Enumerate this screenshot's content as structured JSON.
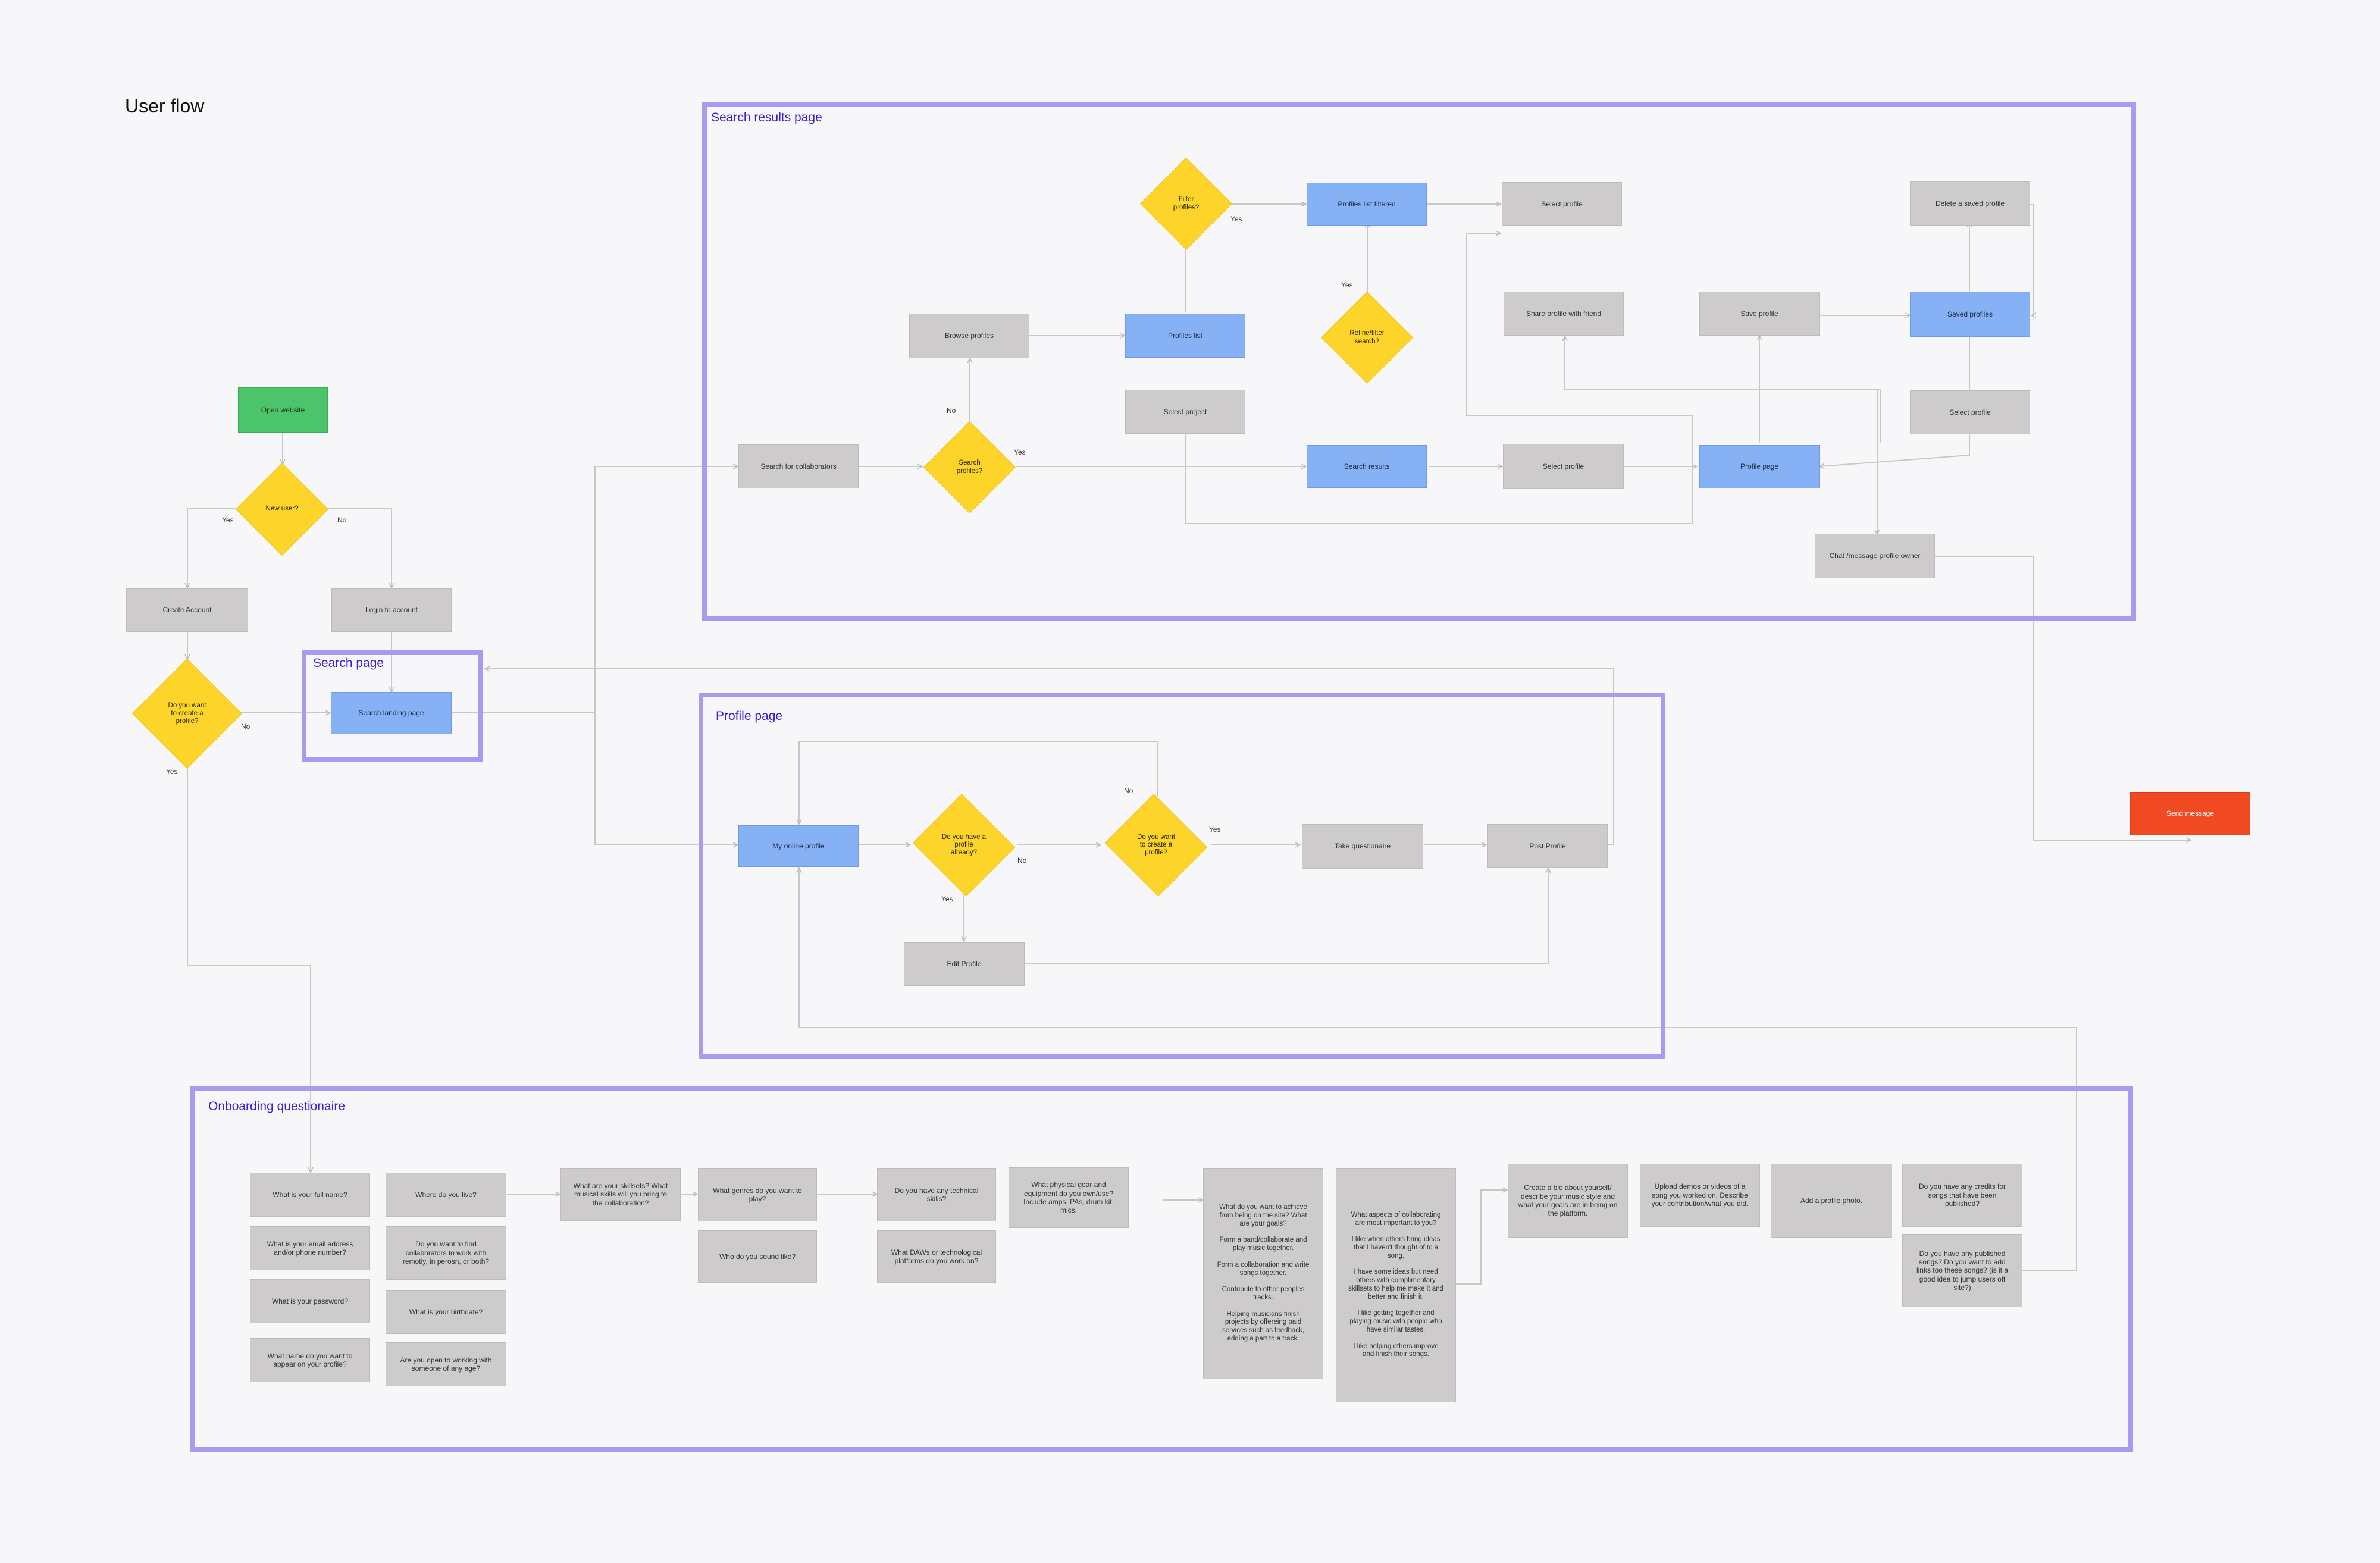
{
  "title": "User flow",
  "frames": {
    "search_results": "Search results page",
    "search": "Search page",
    "profile": "Profile page",
    "onboarding": "Onboarding questionaire"
  },
  "nodes": {
    "open_website": "Open website",
    "new_user": "New user?",
    "create_account": "Create Account",
    "login": "Login to account",
    "want_create_profile_1": "Do you want\nto create a\nprofile?",
    "search_landing": "Search landing page",
    "search_collaborators": "Search for collaborators",
    "search_profiles": "Search\nprofiles?",
    "browse_profiles": "Browse profiles",
    "profiles_list": "Profiles list",
    "filter_profiles": "Filter\nprofiles?",
    "profiles_list_filtered": "Profiles list filtered",
    "select_profile_top": "Select profile",
    "refine_search": "Refine/filter\nsearch?",
    "select_project": "Select project",
    "search_results": "Search results",
    "select_profile_mid": "Select profile",
    "share_profile": "Share profile with friend",
    "save_profile": "Save profile",
    "profile_page": "Profile page",
    "delete_saved": "Delete a saved profile",
    "saved_profiles": "Saved profiles",
    "select_profile_right": "Select profile",
    "chat_owner": "Chat /message profile owner",
    "send_message": "Send message",
    "my_online_profile": "My online profile",
    "have_profile": "Do you have a\nprofile\nalready?",
    "want_create_profile_2": "Do you want\nto create a\nprofile?",
    "take_questionaire": "Take questionaire",
    "post_profile": "Post Profile",
    "edit_profile": "Edit Profile"
  },
  "edge_labels": {
    "yes": "Yes",
    "no": "No"
  },
  "questions": {
    "q1": "What is your full name?",
    "q2": "What is your email address\nand/or phone number?",
    "q3": "What is your password?",
    "q4": "What name do you want to\nappear on your profile?",
    "q5": "Where do you live?",
    "q6": "Do you want to find\ncollaborators to work with\nremotly, in perosn, or both?",
    "q7": "What is your birthdate?",
    "q8": "Are you open to working with\nsomeone of any age?",
    "q9": "What are your skillsets? What\nmusical skills will you bring to\nthe collaboration?",
    "q10": "What genres do you want to\nplay?",
    "q11": "Who do you sound like?",
    "q12": "Do you have any technical\nskills?",
    "q13": "What DAWs or technological\nplatforms do you work on?",
    "q14": "What physical gear and\nequipment do you own/use?\nInclude amps, PAs, drum kit,\nmics.",
    "q15": "What do you want to achieve\nfrom being on the site? What\nare your goals?\n\nForm a band/collaborate and\nplay music together.\n\nForm a collaboration and write\nsongs together.\n\nContribute to other peoples\ntracks.\n\nHelping musicians finish\nprojects by offereing paid\nservices such as feedback,\nadding a part to a track.",
    "q16": "What aspects of collaborating\nare most important to you?\n\nI like when others bring ideas\nthat I haven't thought of to a\nsong.\n\nI have some ideas but need\nothers with complimentary\nskillsets to help me make it and\nbetter and finish it.\n\nI like getting together and\nplaying music with people who\nhave similar tastes.\n\nI like helping others improve\nand finish their songs.",
    "q17": "Create a bio about yourself/\ndescribe your music style and\nwhat your goals are in being on\nthe platform.",
    "q18": "Upload demos or videos of a\nsong you worked on. Describe\nyour contribution/what you did.",
    "q19": "Add a profile photo.",
    "q20": "Do you have any credits for\nsongs that have been\npublished?",
    "q21": "Do you have any published\nsongs? Do you want to add\nlinks too these songs? (is it a\ngood idea to jump users off\nsite?)"
  },
  "colors": {
    "frame": "#a99cf0",
    "frame_title": "#3a20d0",
    "decision": "#fdd52a",
    "screen": "#87b1f5",
    "step": "#cdcbcb",
    "start": "#4cc46b",
    "end": "#f14a23",
    "connector": "#c4c4c4"
  }
}
